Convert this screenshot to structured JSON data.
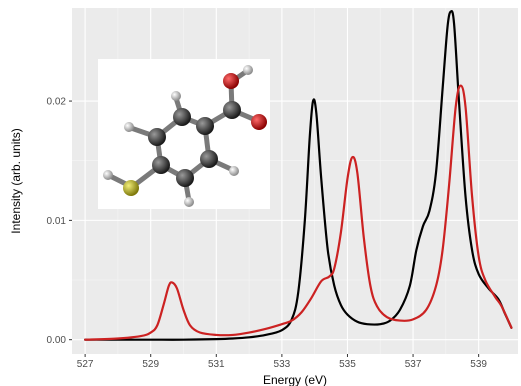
{
  "chart_data": {
    "type": "line",
    "title": "",
    "xlabel": "Energy (eV)",
    "ylabel": "Intensity (arb. units)",
    "xlim": [
      526.6,
      540.2
    ],
    "ylim": [
      -0.0012,
      0.0278
    ],
    "xticks": [
      527,
      529,
      531,
      533,
      535,
      537,
      539
    ],
    "xtick_labels": [
      "527",
      "529",
      "531",
      "533",
      "535",
      "537",
      "539"
    ],
    "yticks": [
      0.0,
      0.01,
      0.02
    ],
    "ytick_labels": [
      "0.00",
      "0.01",
      "0.02"
    ],
    "grid": true,
    "legend": "none",
    "panel_background": "#ebebeb",
    "series": [
      {
        "color": "#000000",
        "points": [
          [
            527.0,
            0.0
          ],
          [
            528.0,
            0.0
          ],
          [
            529.0,
            0.0
          ],
          [
            530.0,
            0.0
          ],
          [
            531.0,
            5e-05
          ],
          [
            531.5,
            0.0001
          ],
          [
            532.0,
            0.0002
          ],
          [
            532.5,
            0.0004
          ],
          [
            533.0,
            0.0008
          ],
          [
            533.3,
            0.0017
          ],
          [
            533.5,
            0.004
          ],
          [
            533.7,
            0.01
          ],
          [
            533.85,
            0.017
          ],
          [
            533.95,
            0.02
          ],
          [
            534.05,
            0.019
          ],
          [
            534.2,
            0.0135
          ],
          [
            534.4,
            0.0075
          ],
          [
            534.6,
            0.0045
          ],
          [
            534.8,
            0.0029
          ],
          [
            535.0,
            0.0021
          ],
          [
            535.3,
            0.0015
          ],
          [
            535.6,
            0.0013
          ],
          [
            536.0,
            0.0013
          ],
          [
            536.3,
            0.0016
          ],
          [
            536.6,
            0.0025
          ],
          [
            536.9,
            0.0045
          ],
          [
            537.1,
            0.0075
          ],
          [
            537.3,
            0.0095
          ],
          [
            537.5,
            0.0108
          ],
          [
            537.7,
            0.014
          ],
          [
            537.9,
            0.021
          ],
          [
            538.05,
            0.0262
          ],
          [
            538.15,
            0.0275
          ],
          [
            538.25,
            0.0265
          ],
          [
            538.4,
            0.02
          ],
          [
            538.6,
            0.012
          ],
          [
            538.8,
            0.0075
          ],
          [
            539.0,
            0.0055
          ],
          [
            539.3,
            0.0043
          ],
          [
            539.6,
            0.0034
          ],
          [
            539.8,
            0.0022
          ],
          [
            540.0,
            0.001
          ]
        ]
      },
      {
        "color": "#cc2222",
        "points": [
          [
            527.0,
            0.0
          ],
          [
            528.0,
            0.0001
          ],
          [
            528.7,
            0.0003
          ],
          [
            529.0,
            0.0006
          ],
          [
            529.2,
            0.0012
          ],
          [
            529.4,
            0.003
          ],
          [
            529.55,
            0.0045
          ],
          [
            529.65,
            0.0048
          ],
          [
            529.8,
            0.0043
          ],
          [
            530.0,
            0.0025
          ],
          [
            530.2,
            0.0012
          ],
          [
            530.5,
            0.0006
          ],
          [
            531.0,
            0.0004
          ],
          [
            531.5,
            0.0004
          ],
          [
            532.0,
            0.0006
          ],
          [
            532.5,
            0.0009
          ],
          [
            533.0,
            0.0013
          ],
          [
            533.3,
            0.0016
          ],
          [
            533.6,
            0.0023
          ],
          [
            533.9,
            0.0035
          ],
          [
            534.2,
            0.0049
          ],
          [
            534.45,
            0.0053
          ],
          [
            534.6,
            0.006
          ],
          [
            534.8,
            0.009
          ],
          [
            535.0,
            0.0135
          ],
          [
            535.15,
            0.0153
          ],
          [
            535.3,
            0.014
          ],
          [
            535.5,
            0.0085
          ],
          [
            535.7,
            0.0045
          ],
          [
            535.9,
            0.0028
          ],
          [
            536.2,
            0.0019
          ],
          [
            536.6,
            0.0016
          ],
          [
            537.0,
            0.0017
          ],
          [
            537.4,
            0.0025
          ],
          [
            537.7,
            0.0045
          ],
          [
            537.9,
            0.0075
          ],
          [
            538.1,
            0.013
          ],
          [
            538.3,
            0.0195
          ],
          [
            538.45,
            0.0213
          ],
          [
            538.6,
            0.0195
          ],
          [
            538.8,
            0.012
          ],
          [
            539.0,
            0.007
          ],
          [
            539.2,
            0.005
          ],
          [
            539.5,
            0.0036
          ],
          [
            539.7,
            0.0028
          ],
          [
            540.0,
            0.001
          ]
        ]
      }
    ]
  },
  "inset": {
    "molecule": "4-mercaptobenzoic acid ball-and-stick model",
    "atom_colors": {
      "carbon": "#3a3a3a",
      "hydrogen": "#d8d8d8",
      "oxygen": "#d41111",
      "sulfur": "#c8c21a"
    }
  }
}
